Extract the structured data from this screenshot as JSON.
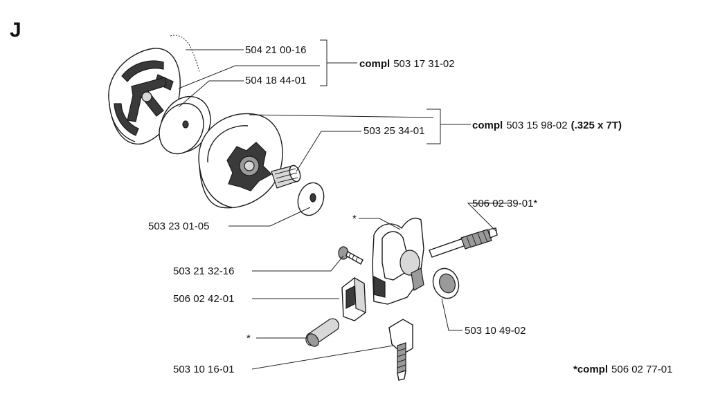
{
  "section_letter": "J",
  "parts": {
    "spring": "504 21 00-16",
    "clutch_shoe": "504 18 44-01",
    "drum_bearing": "503 25 34-01",
    "washer": "503 23 01-05",
    "pump_shaft": "506 02 39-01*",
    "screw": "503 21 32-16",
    "pump_plug": "506 02 42-01",
    "pump_seal": "503 10 49-02",
    "oil_hose": "503 10 16-01"
  },
  "assemblies": {
    "clutch": {
      "prefix": "compl",
      "number": "503 17 31-02"
    },
    "drum": {
      "prefix": "compl",
      "number": "503 15 98-02",
      "spec": "(.325 x 7T)"
    },
    "pump_kit": {
      "prefix": "*compl",
      "number": "506 02 77-01"
    }
  },
  "marks": {
    "pump_body": "*",
    "filter": "*"
  }
}
